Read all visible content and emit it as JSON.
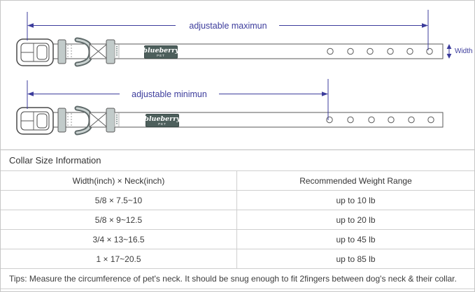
{
  "diagram": {
    "max_label": "adjustable maximun",
    "min_label": "adjustable minimun",
    "width_label": "Width",
    "brand": "blueberry",
    "brand_sub": "PET",
    "colors": {
      "dimension_line": "#3c3c9c",
      "brand_tag_bg": "#4d5f5c",
      "keeper_fill": "#c2cbca",
      "outline": "#5a5a5a"
    }
  },
  "table": {
    "title": "Collar Size Information",
    "columns": [
      "Width(inch) × Neck(inch)",
      "Recommended Weight Range"
    ],
    "rows": [
      {
        "size": "5/8 × 7.5~10",
        "weight": "up to 10 lb"
      },
      {
        "size": "5/8 × 9~12.5",
        "weight": "up to 20 lb"
      },
      {
        "size": "3/4 × 13~16.5",
        "weight": "up to 45 lb"
      },
      {
        "size": "1 × 17~20.5",
        "weight": "up to 85 lb"
      }
    ],
    "tips": "Tips: Measure the circumference of pet's neck. It should be snug enough to fit 2fingers between dog's neck & their collar."
  }
}
